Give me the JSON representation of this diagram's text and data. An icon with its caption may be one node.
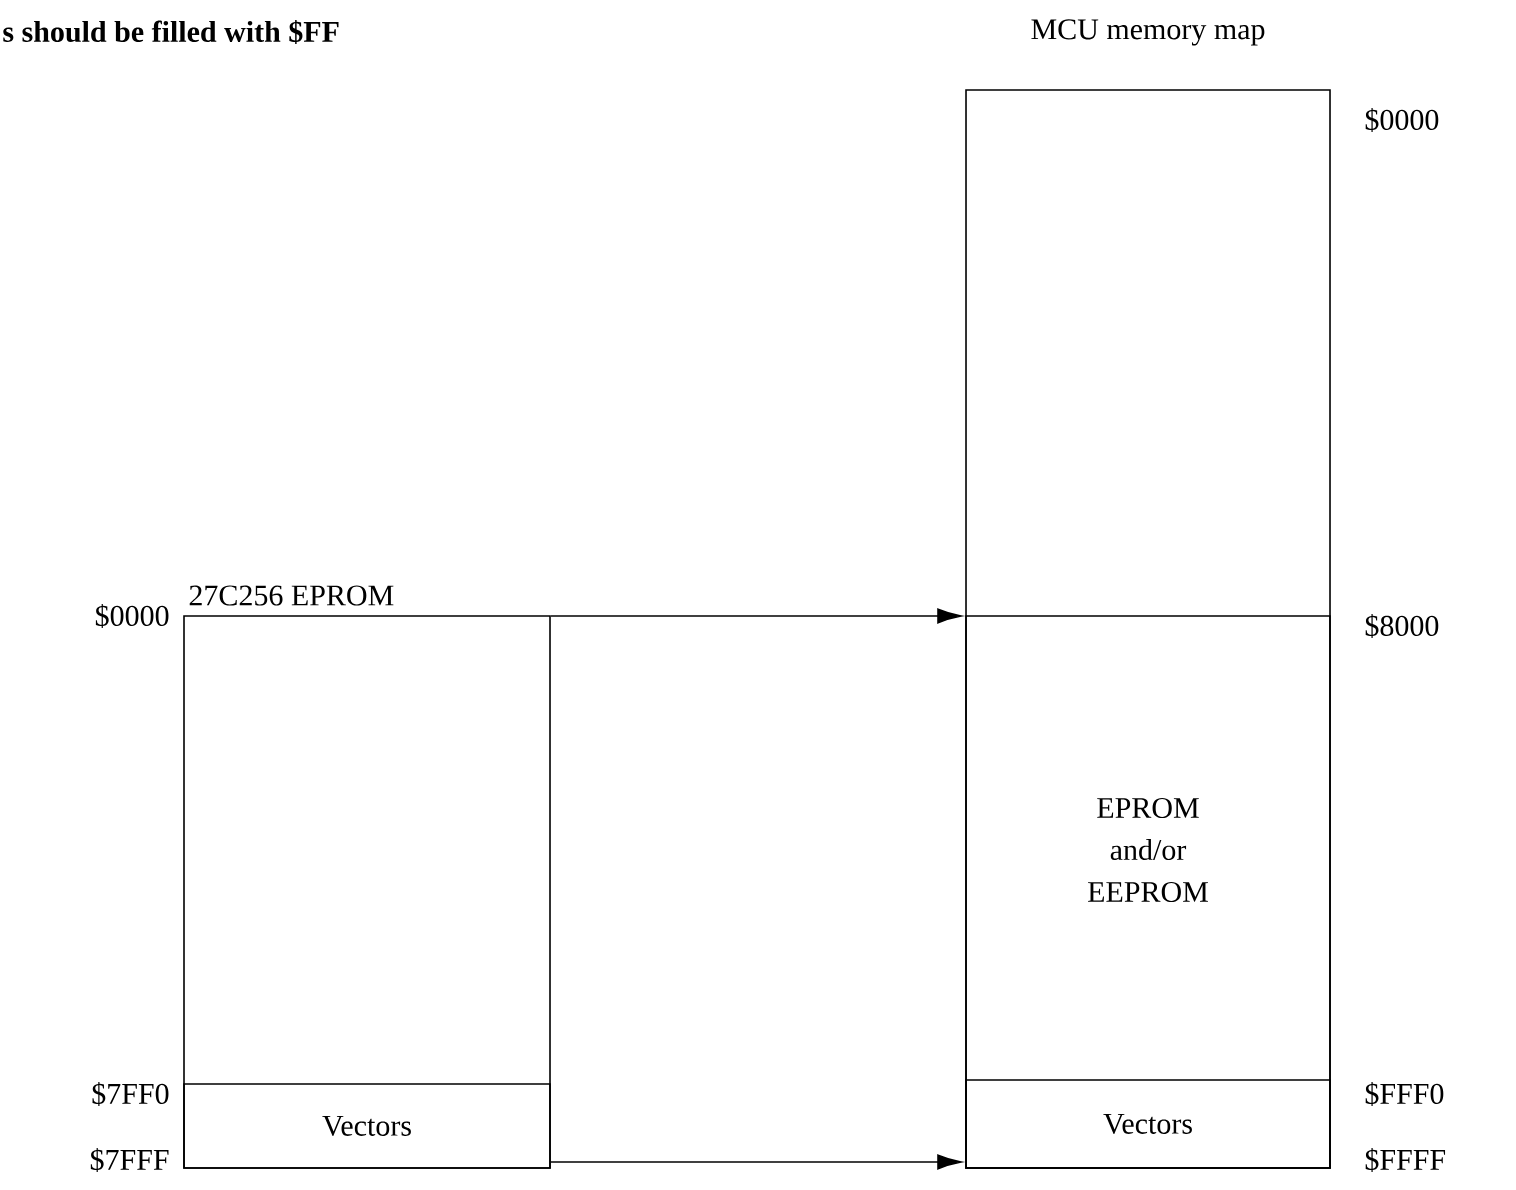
{
  "diagram": {
    "title": "s should be filled with $FF",
    "nodes": [
      {
        "text": [
          "27C256 EPROM"
        ]
      },
      {
        "text": [
          "Vectors"
        ],
        "in": 0
      },
      {
        "text": [
          "MCU memory map"
        ]
      },
      {
        "text": [
          "EPROM and/or EEPROM"
        ],
        "in": 2
      },
      {
        "text": [
          "Vectors"
        ],
        "in": 3
      }
    ],
    "edges": [
      {
        "from": 0,
        "to": 3,
        "arrow": "to"
      },
      {
        "from": 1,
        "to": 4,
        "arrow": "to"
      }
    ],
    "labels": [
      "$0000",
      "$7FF0",
      "$7FFF",
      "$0000",
      "$8000",
      "$FFF0",
      "$FFFF"
    ]
  }
}
